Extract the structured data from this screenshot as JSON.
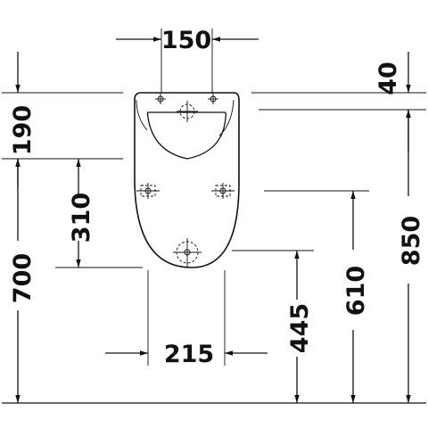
{
  "dimensions": {
    "d150": "150",
    "d40": "40",
    "d190": "190",
    "d310": "310",
    "d850": "850",
    "d700": "700",
    "d610": "610",
    "d445": "445",
    "d215": "215"
  },
  "colors": {
    "line": "#111111",
    "background": "#ffffff"
  }
}
